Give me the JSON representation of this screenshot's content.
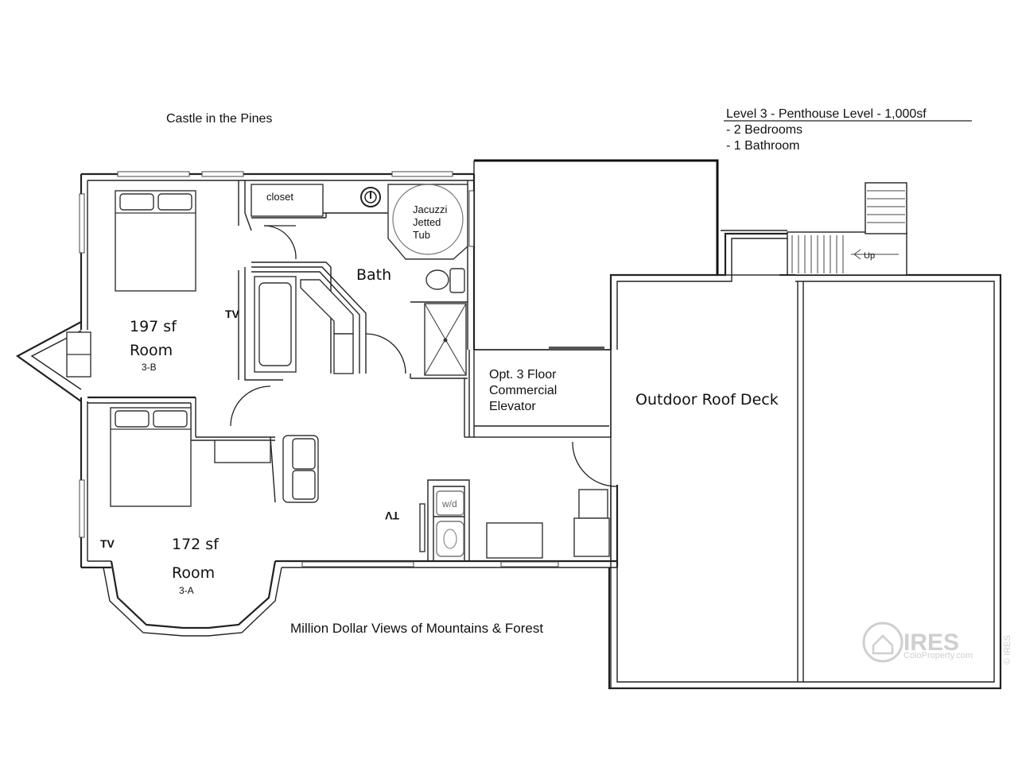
{
  "property_name": "Castle in the Pines",
  "level_summary": {
    "title": "Level 3 - Penthouse Level  -  1,000sf",
    "bullets": [
      "- 2 Bedrooms",
      "- 1 Bathroom"
    ]
  },
  "rooms": {
    "room_3b": {
      "area": "197 sf",
      "name": "Room",
      "code": "3-B"
    },
    "room_3a": {
      "area": "172 sf",
      "name": "Room",
      "code": "3-A"
    },
    "bath": "Bath",
    "closet": "closet",
    "tub": [
      "Jacuzzi",
      "Jetted",
      "Tub"
    ],
    "elevator": [
      "Opt.  3 Floor",
      "Commercial",
      "Elevator"
    ],
    "deck": "Outdoor Roof Deck",
    "washer_dryer": "w/d"
  },
  "tv_labels": [
    "TV",
    "TV",
    "TV"
  ],
  "stair_label": "Up",
  "view_caption": "Million Dollar Views of Mountains & Forest",
  "watermark": {
    "brand": "IRES",
    "sub": "ColoProperty.com",
    "side": "© IRES"
  }
}
